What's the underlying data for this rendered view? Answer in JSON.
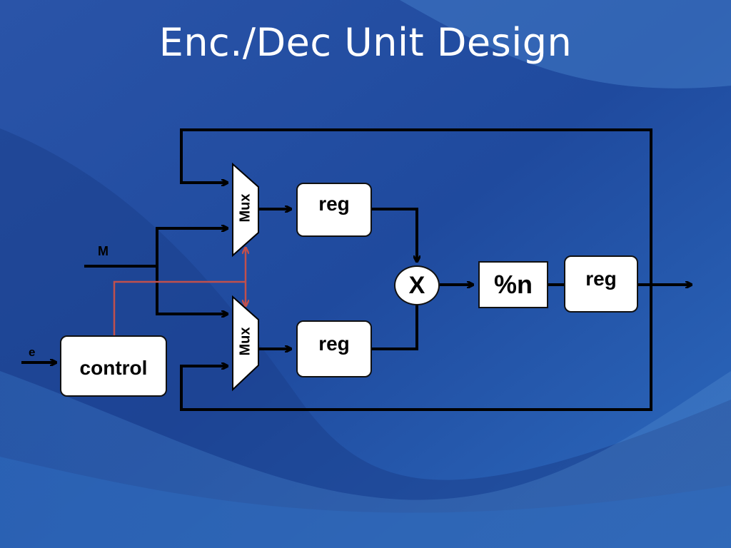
{
  "slide": {
    "title": "Enc./Dec Unit Design"
  },
  "diagram": {
    "mux_top_label": "Mux",
    "mux_bottom_label": "Mux",
    "reg_top_label": "reg",
    "reg_bottom_label": "reg",
    "multiplier_label": "X",
    "modulo_label": "%n",
    "reg_output_label": "reg",
    "control_label": "control",
    "input_m_label": "M",
    "input_e_label": "e"
  },
  "colors": {
    "wire": "#000000",
    "control_wire": "#c0504d",
    "block_fill": "#ffffff"
  }
}
